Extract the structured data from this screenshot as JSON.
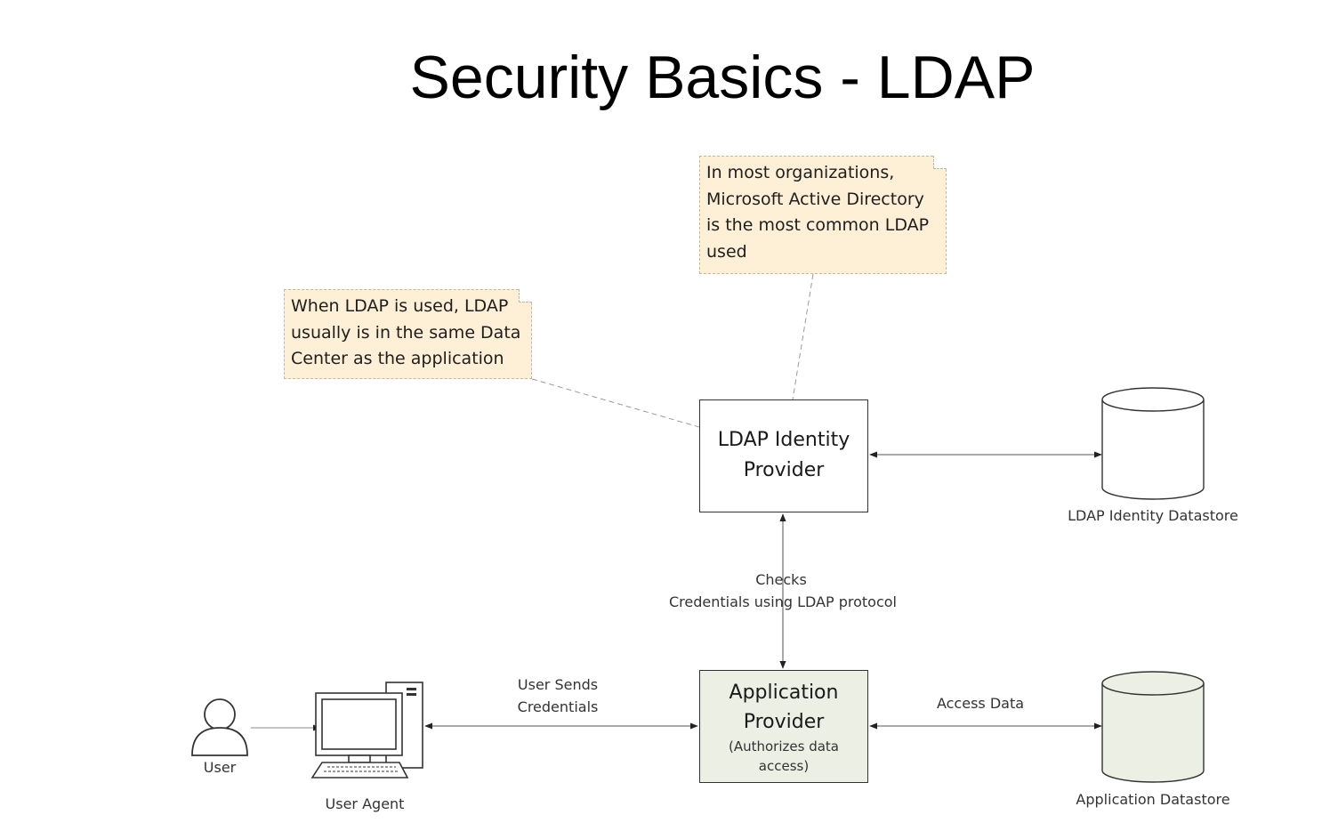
{
  "title": "Security Basics - LDAP",
  "notes": {
    "active_directory": "In most organizations, Microsoft Active Directory is the most common LDAP used",
    "same_datacenter": "When LDAP is used, LDAP usually is in the same Data Center as the application"
  },
  "nodes": {
    "ldap_provider": "LDAP Identity Provider",
    "app_provider": "Application Provider",
    "app_provider_sub": "(Authorizes data access)",
    "ldap_datastore": "LDAP Identity Datastore",
    "app_datastore": "Application Datastore",
    "user": "User",
    "user_agent": "User Agent"
  },
  "edges": {
    "checks_line1": "Checks",
    "checks_line2": "Credentials using LDAP protocol",
    "sends_line1": "User Sends",
    "sends_line2": "Credentials",
    "access_data": "Access Data"
  },
  "colors": {
    "note_fill": "#fdf0d6",
    "app_provider_fill": "#ecefe3",
    "app_datastore_fill": "#ecefe3"
  }
}
